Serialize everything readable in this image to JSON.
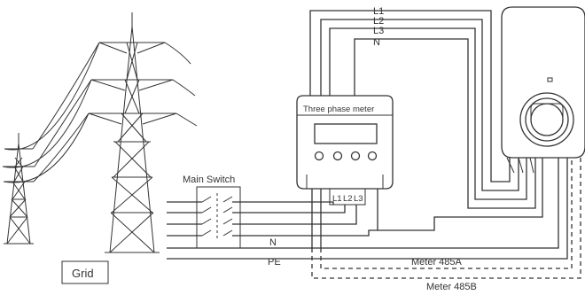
{
  "grid": {
    "label": "Grid"
  },
  "main_switch": {
    "label": "Main Switch"
  },
  "meter": {
    "title": "Three phase meter",
    "terminals": [
      "L1",
      "L2",
      "L3"
    ]
  },
  "conductors": {
    "top": [
      "L1",
      "L2",
      "L3",
      "N"
    ],
    "neutral": "N",
    "earth": "PE"
  },
  "comm_lines": {
    "a": "Meter 485A",
    "b": "Meter 485B"
  }
}
